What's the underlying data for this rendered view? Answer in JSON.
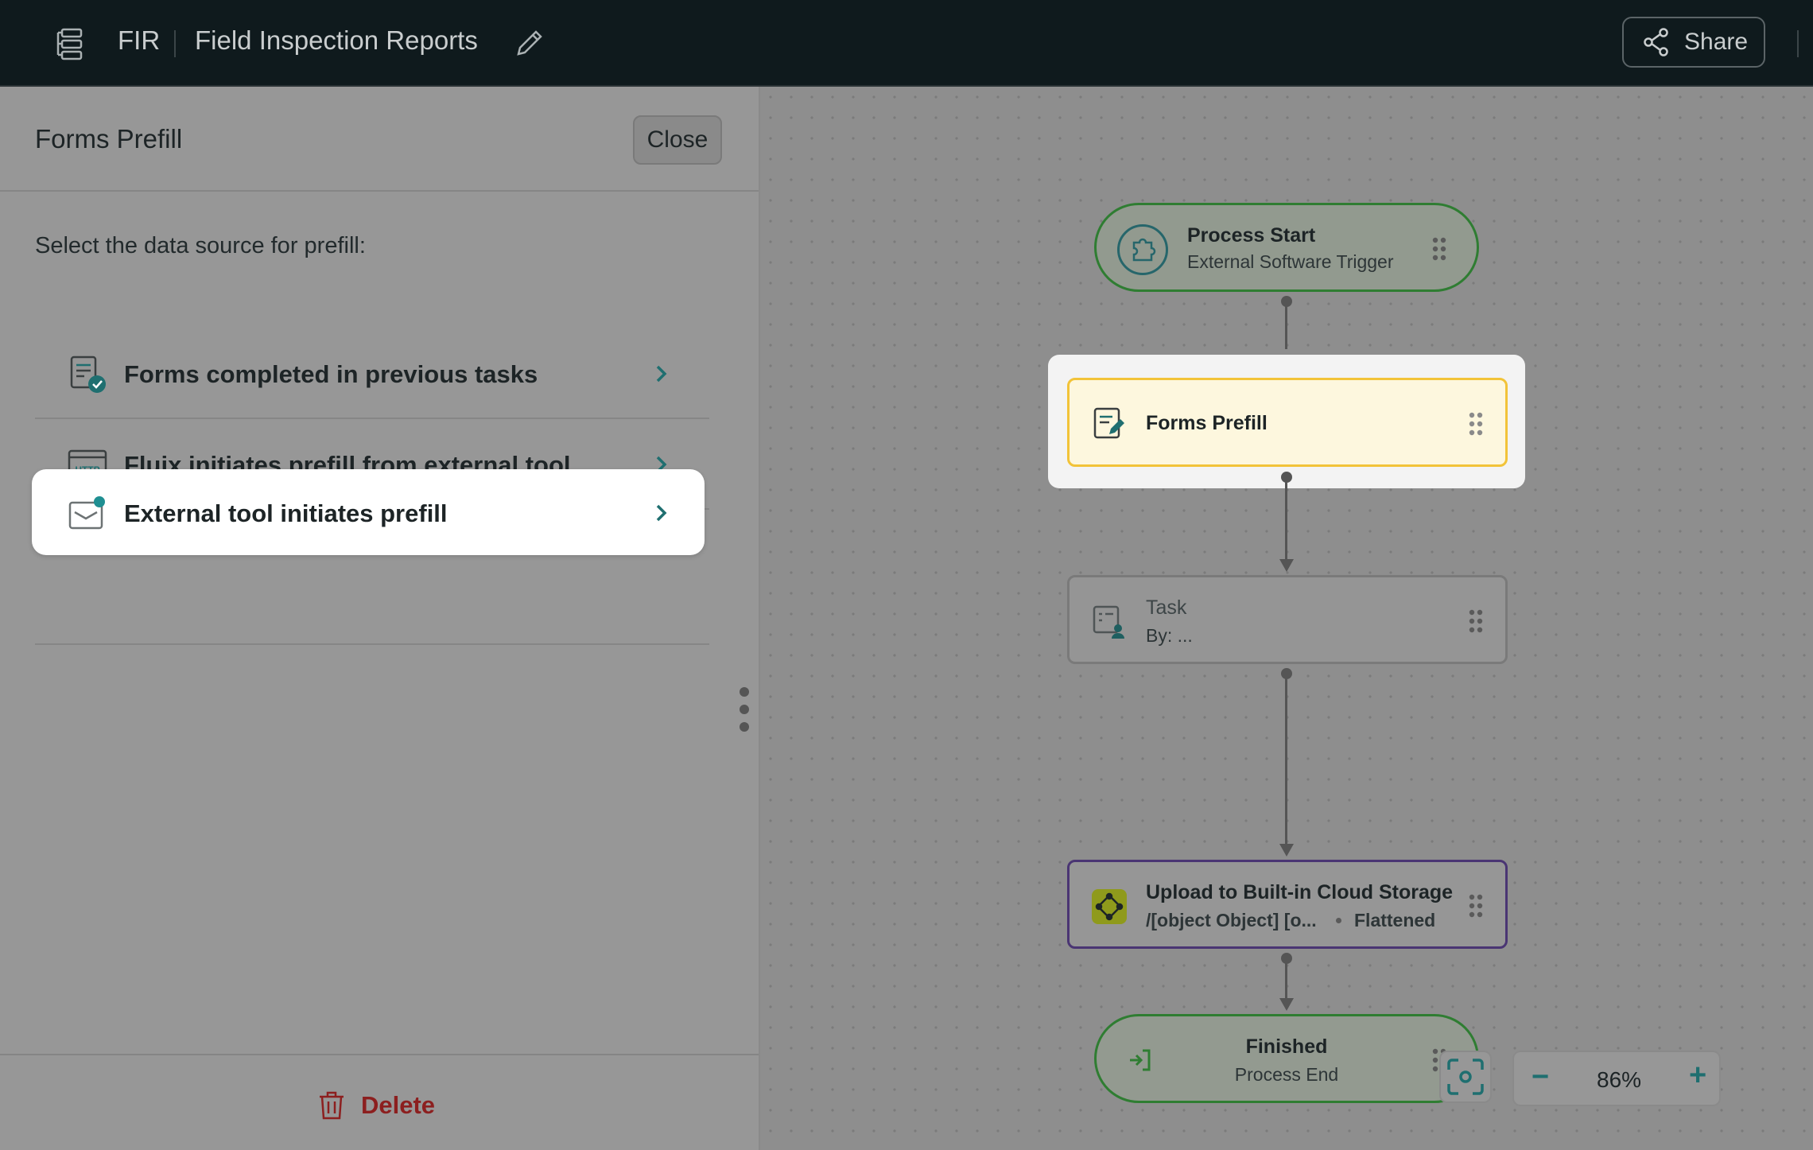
{
  "header": {
    "app_abbr": "FIR",
    "title": "Field Inspection Reports",
    "share_label": "Share"
  },
  "panel": {
    "title": "Forms Prefill",
    "close_label": "Close",
    "prompt": "Select the data source for prefill:",
    "options": [
      {
        "label": "Forms completed in previous tasks",
        "icon": "form-check-icon"
      },
      {
        "label": "Fluix initiates prefill from external tool",
        "icon": "http-icon"
      },
      {
        "label": "External tool initiates prefill",
        "icon": "inbox-notification-icon",
        "selected": true
      }
    ],
    "delete_label": "Delete"
  },
  "canvas": {
    "nodes": {
      "start": {
        "title": "Process Start",
        "subtitle": "External Software Trigger"
      },
      "prefill": {
        "title": "Forms Prefill"
      },
      "task": {
        "title": "Task",
        "subtitle": "By: ..."
      },
      "upload": {
        "title": "Upload to Built-in Cloud Storage",
        "path": "/[object Object] [o...",
        "mode": "Flattened"
      },
      "end": {
        "title": "Finished",
        "subtitle": "Process End"
      }
    },
    "zoom": {
      "minus": "−",
      "value": "86%",
      "plus": "+"
    }
  },
  "colors": {
    "accent": "#1f6f70",
    "start_border": "#2f7d32",
    "selected_border": "#f2c338",
    "upload_border": "#4a3573",
    "delete": "#8c1f1f"
  }
}
